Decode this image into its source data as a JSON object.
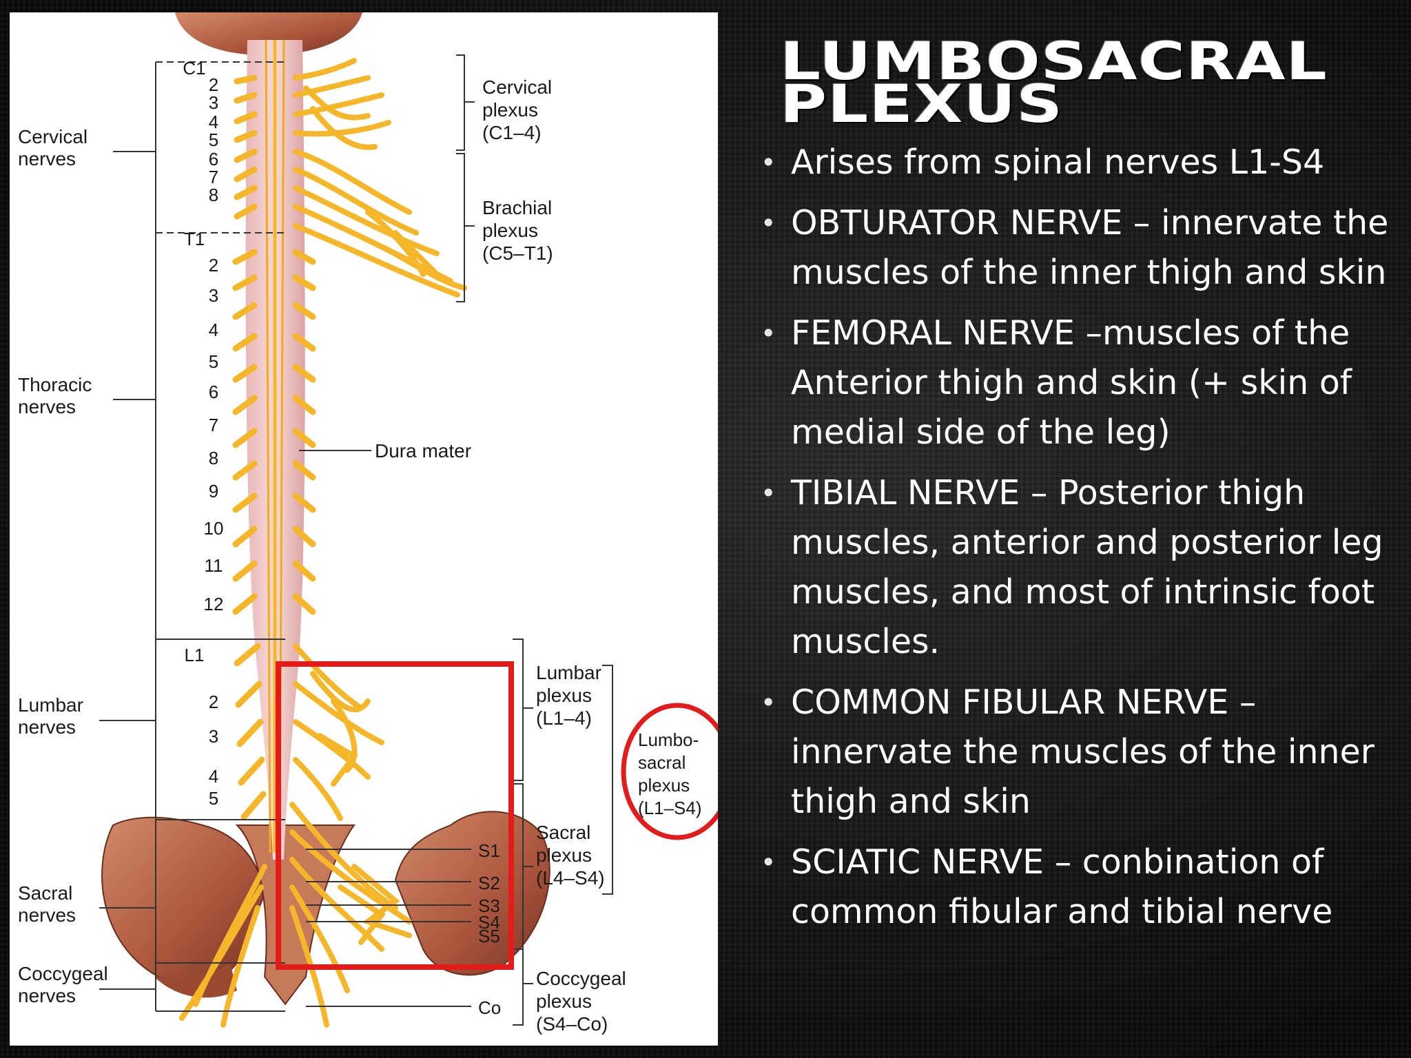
{
  "slide": {
    "title": "LUMBOSACRAL PLEXUS",
    "bullets": [
      "Arises from spinal nerves L1-S4",
      "OBTURATOR NERVE – innervate the muscles of the inner thigh and skin",
      "FEMORAL NERVE –muscles of the Anterior thigh and skin (+ skin of medial side of the leg)",
      "TIBIAL NERVE – Posterior thigh muscles, anterior and posterior leg muscles, and most of intrinsic foot muscles.",
      "COMMON FIBULAR NERVE – innervate the muscles of the inner thigh and skin",
      "SCIATIC NERVE – conbination of common fibular and tibial nerve"
    ]
  },
  "figure": {
    "region_labels": {
      "cervical_nerves": [
        "Cervical",
        "nerves"
      ],
      "thoracic_nerves": [
        "Thoracic",
        "nerves"
      ],
      "lumbar_nerves": [
        "Lumbar",
        "nerves"
      ],
      "sacral_nerves": [
        "Sacral",
        "nerves"
      ],
      "coccygeal_nerves": [
        "Coccygeal",
        "nerves"
      ]
    },
    "plexus_labels": {
      "cervical_plexus": [
        "Cervical",
        "plexus",
        "(C1–4)"
      ],
      "brachial_plexus": [
        "Brachial",
        "plexus",
        "(C5–T1)"
      ],
      "lumbar_plexus": [
        "Lumbar",
        "plexus",
        "(L1–4)"
      ],
      "lumbosacral_plexus": [
        "Lumbo-",
        "sacral",
        "plexus",
        "(L1–S4)"
      ],
      "sacral_plexus": [
        "Sacral",
        "plexus",
        "(L4–S4)"
      ],
      "coccygeal_plexus": [
        "Coccygeal",
        "plexus",
        "(S4–Co)"
      ]
    },
    "dura_mater": "Dura mater",
    "segment_numbers": {
      "cervical": [
        "C1",
        "2",
        "3",
        "4",
        "5",
        "6",
        "7",
        "8"
      ],
      "thoracic": [
        "T1",
        "2",
        "3",
        "4",
        "5",
        "6",
        "7",
        "8",
        "9",
        "10",
        "11",
        "12"
      ],
      "lumbar": [
        "L1",
        "2",
        "3",
        "4",
        "5"
      ]
    },
    "sacral_right_labels": [
      "S1",
      "S2",
      "S3",
      "S4",
      "S5",
      "Co"
    ],
    "highlight_colors": {
      "highlight_box": "#e31b1b",
      "nerve": "#f5b62a",
      "bone": "#b8664a"
    }
  }
}
